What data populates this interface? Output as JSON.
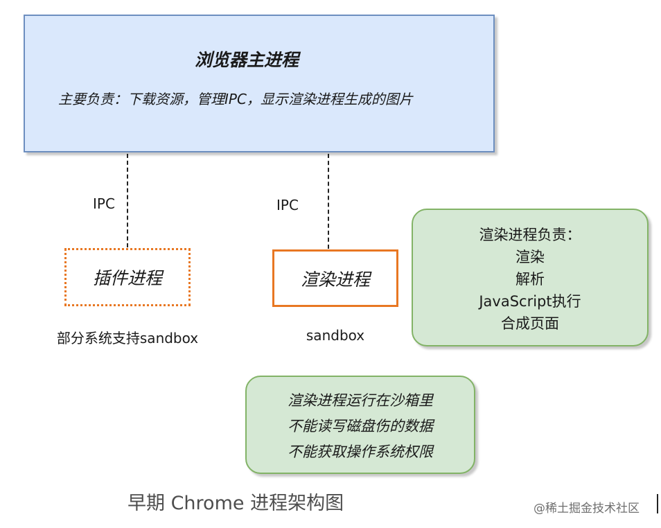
{
  "main_process": {
    "title": "浏览器主进程",
    "description": "主要负责：下载资源，管理IPC，显示渲染进程生成的图片"
  },
  "connectors": {
    "left_label": "IPC",
    "right_label": "IPC"
  },
  "plugin_process": {
    "label": "插件进程",
    "caption": "部分系统支持sandbox"
  },
  "render_process": {
    "label": "渲染进程",
    "caption": "sandbox"
  },
  "render_duties": {
    "lines": [
      "渲染进程负责：",
      "渲染",
      "解析",
      "JavaScript执行",
      "合成页面"
    ]
  },
  "sandbox_note": {
    "lines": [
      "渲染进程运行在沙箱里",
      "不能读写磁盘伤的数据",
      "不能获取操作系统权限"
    ]
  },
  "diagram_title": "早期 Chrome 进程架构图",
  "watermark": "@稀土掘金技术社区",
  "colors": {
    "main_fill": "#dae8fc",
    "main_border": "#6c8ebf",
    "process_border": "#e87722",
    "note_fill": "#d5e8d4",
    "note_border": "#82b366"
  }
}
